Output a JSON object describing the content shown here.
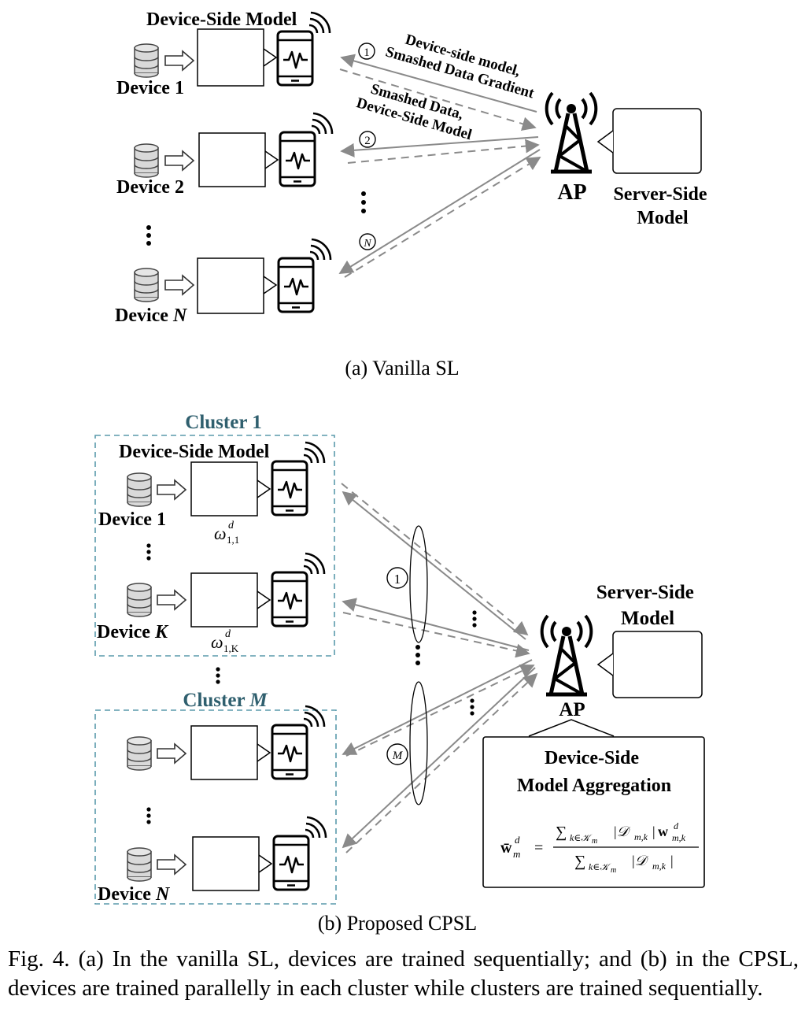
{
  "panel_a": {
    "device_side_model": "Device-Side Model",
    "devices": [
      "Device 1",
      "Device 2",
      "Device"
    ],
    "device_n_var": "N",
    "step_1": "1",
    "step_2": "2",
    "step_n": "N",
    "arrow_label_1_line1": "Device-side model,",
    "arrow_label_1_line2": "Smashed Data Gradient",
    "arrow_label_2_line1": "Smashed Data,",
    "arrow_label_2_line2": "Device-Side Model",
    "ap_label": "AP",
    "server_line1": "Server-Side",
    "server_line2": "Model",
    "caption": "(a)  Vanilla SL"
  },
  "panel_b": {
    "cluster_1": "Cluster 1",
    "cluster_m_prefix": "Cluster ",
    "cluster_m_var": "M",
    "device_side_model": "Device-Side Model",
    "device_1": "Device 1",
    "device_k_prefix": "Device ",
    "device_k_var": "K",
    "device_n_prefix": "Device ",
    "device_n_var": "N",
    "omega": "ω",
    "omega_sup": "d",
    "omega_sub_1": "1,1",
    "omega_sub_k": "1,K",
    "step_1": "1",
    "step_m": "M",
    "server_line1": "Server-Side",
    "server_line2": "Model",
    "ap_label": "AP",
    "agg_line1": "Device-Side",
    "agg_line2": "Model Aggregation",
    "caption": "(b)  Proposed CPSL"
  },
  "figure_caption": "Fig. 4.   (a) In the vanilla SL, devices are trained sequentially; and (b) in the CPSL, devices are trained parallelly in each cluster while clusters are trained sequentially.",
  "colors": {
    "cluster_title": "#2f5f6e",
    "cluster_border": "#5a9aac",
    "arrow": "#8a8a8a",
    "node_orange": "#f6cdb2",
    "node_green": "#b9d18a",
    "node_yellow": "#f5e06a"
  }
}
